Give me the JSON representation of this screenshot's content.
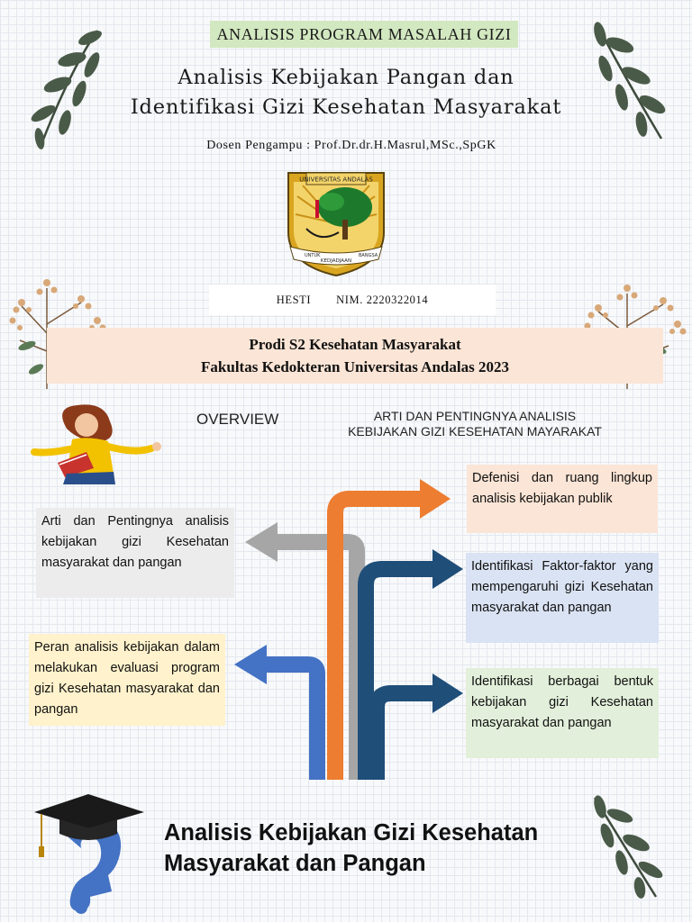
{
  "header_tag": "ANALISIS PROGRAM MASALAH GIZI",
  "title": "Analisis Kebijakan Pangan dan\nIdentifikasi Gizi Kesehatan Masyarakat",
  "lecturer": "Dosen Pengampu : Prof.Dr.dr.H.Masrul,MSc.,SpGK",
  "logo": {
    "top_text": "UNIVERSITAS ANDALAS",
    "ribbon_left": "UNTUK",
    "ribbon_center": "KEDJADJAAN",
    "ribbon_right": "BANGSA"
  },
  "student": {
    "name": "HESTI",
    "nim": "NIM. 2220322014"
  },
  "faculty": {
    "line1": "Prodi S2 Kesehatan Masyarakat",
    "line2": "Fakultas Kedokteran Universitas Andalas 2023"
  },
  "overview": "OVERVIEW",
  "arti_title": "ARTI DAN PENTINGNYA ANALISIS\nKEBIJAKAN GIZI KESEHATAN MAYARAKAT",
  "boxes": {
    "arti": "Arti dan Pentingnya analisis kebijakan gizi Kesehatan masyarakat dan pangan",
    "peran": "Peran analisis kebijakan dalam melakukan evaluasi program gizi Kesehatan masyarakat dan pangan",
    "defenisi": "Defenisi dan ruang lingkup analisis kebijakan publik",
    "identifikasi_faktor": "Identifikasi Faktor-faktor yang mempengaruhi gizi Kesehatan masyarakat dan pangan",
    "identifikasi_bentuk": "Identifikasi berbagai bentuk kebijakan gizi Kesehatan masyarakat dan pangan"
  },
  "bottom_title": "Analisis Kebijakan Gizi Kesehatan\nMasyarakat dan Pangan",
  "colors": {
    "leaf_dark": "#4a5a48",
    "arrow_orange": "#ed7d31",
    "arrow_gray": "#a6a6a6",
    "arrow_navy": "#1f4e79",
    "arrow_blue": "#4472c4",
    "question_blue": "#4472c4"
  },
  "icons": [
    "leaf-branch-icon",
    "flower-sprig-icon",
    "woman-with-book-icon",
    "graduation-cap-icon",
    "question-head-icon"
  ]
}
